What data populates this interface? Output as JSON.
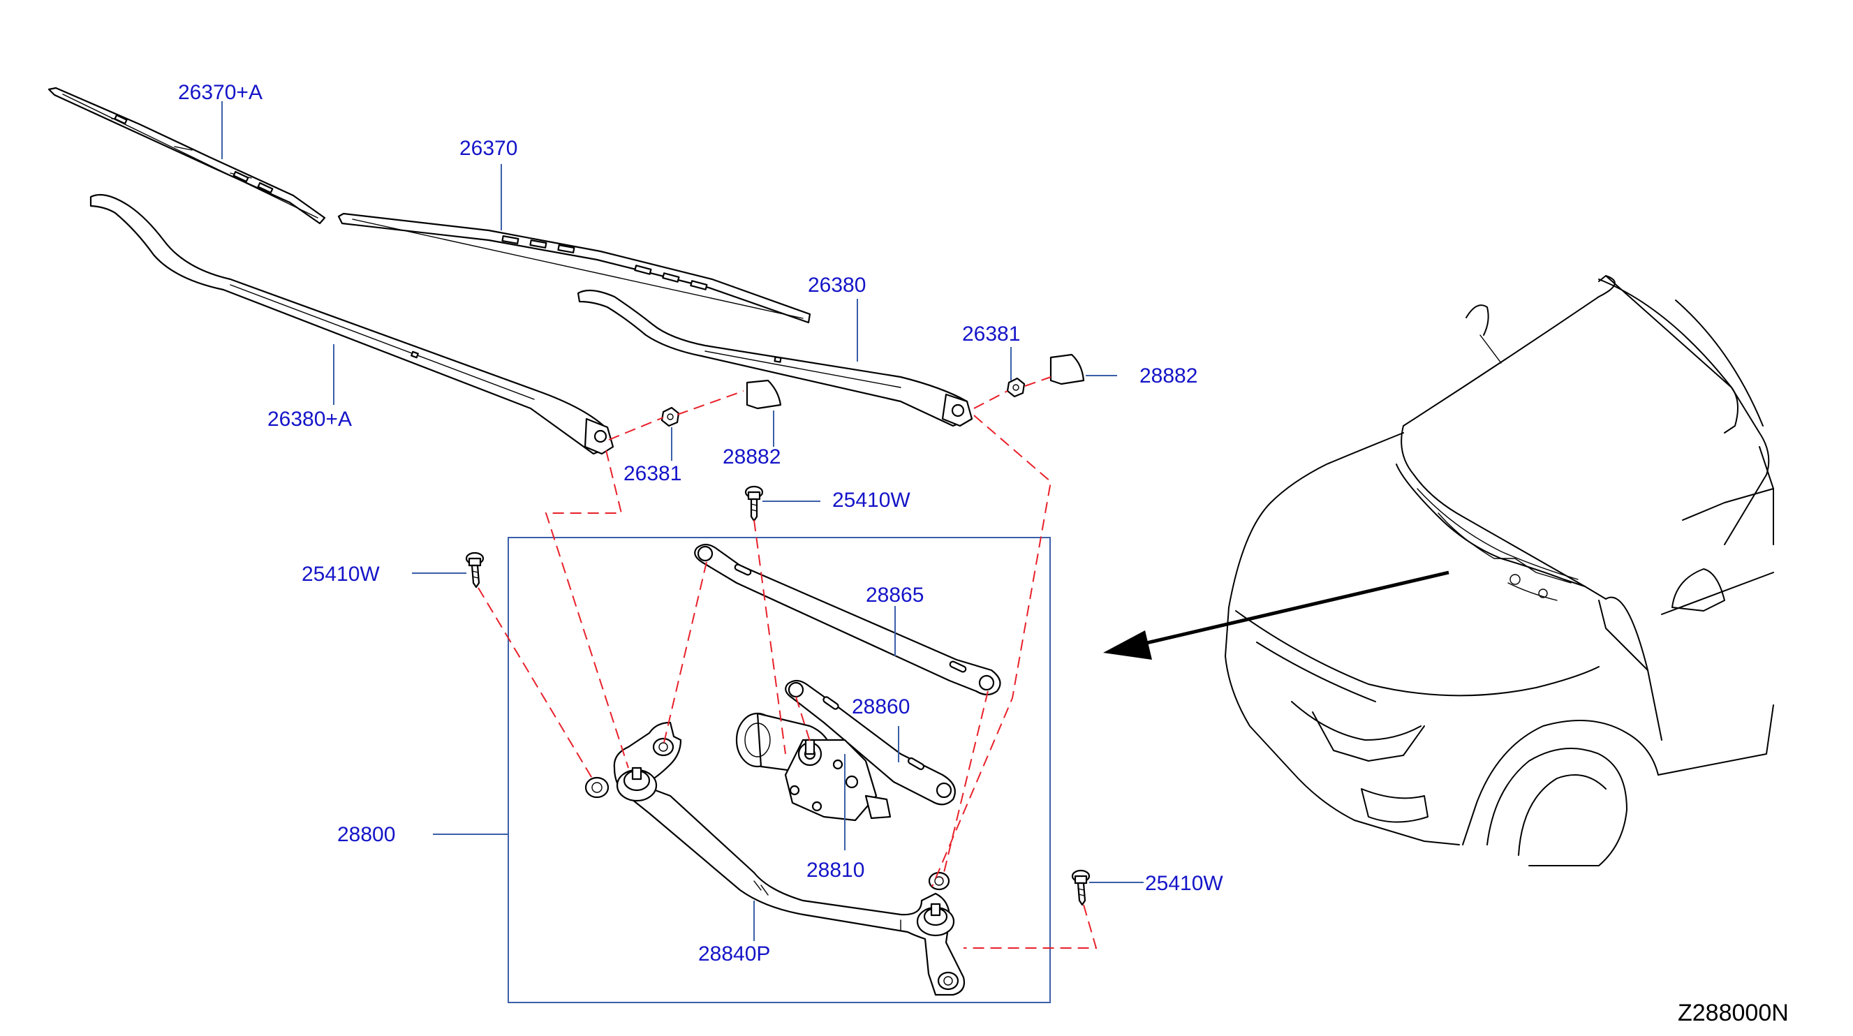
{
  "diagram_code": "Z288000N",
  "labels": {
    "blade_left": "26370+A",
    "blade_right": "26370",
    "arm_left": "26380+A",
    "arm_right": "26380",
    "nut_left": "26381",
    "nut_right": "26381",
    "cap_left": "28882",
    "cap_right": "28882",
    "bolt_top": "25410W",
    "bolt_left": "25410W",
    "bolt_right": "25410W",
    "link_upper": "28865",
    "link_lower": "28860",
    "motor": "28810",
    "assembly": "28800",
    "pivot_frame": "28840P"
  },
  "colors": {
    "label_text": "#1414c8",
    "leader_line": "#3a5fa8",
    "phantom_line": "#e8202a",
    "outline": "#000000"
  }
}
